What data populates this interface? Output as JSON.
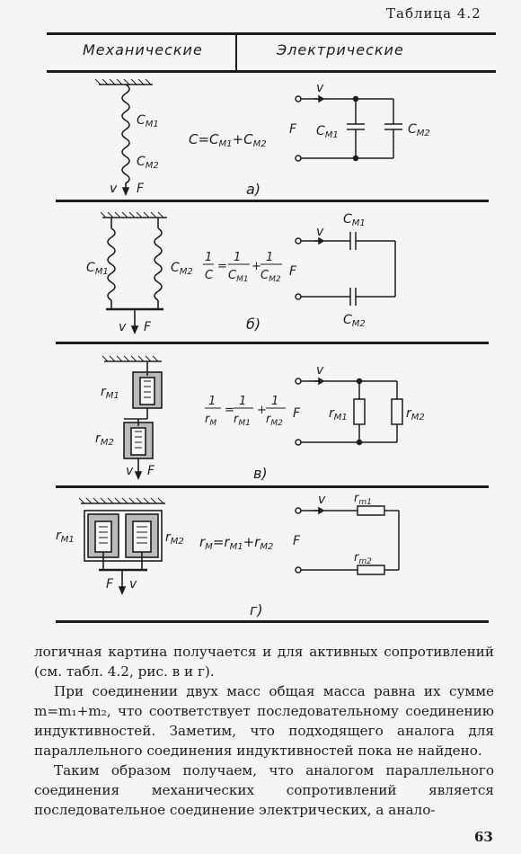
{
  "table_caption": "Таблица 4.2",
  "header": {
    "mechanical": "Механические",
    "electrical": "Электрические"
  },
  "rows": [
    {
      "letter": "а)",
      "formula": "C=C",
      "formula_sub1": "M1",
      "formula_plus": "+C",
      "formula_sub2": "M2",
      "mech_labels": [
        "C",
        "M1",
        "C",
        "M2",
        "v",
        "F"
      ],
      "elec_labels": [
        "v",
        "F",
        "C",
        "M1",
        "C",
        "M2"
      ]
    },
    {
      "letter": "б)",
      "mech_labels": [
        "C",
        "M1",
        "C",
        "M2",
        "v",
        "F"
      ],
      "elec_labels": [
        "v",
        "F",
        "C",
        "M1",
        "C",
        "M2"
      ],
      "formula_terms": [
        "1",
        "C",
        "=",
        "1",
        "C",
        "M1",
        "+",
        "1",
        "C",
        "M2"
      ]
    },
    {
      "letter": "в)",
      "mech_labels": [
        "r",
        "M1",
        "r",
        "M2",
        "v",
        "F"
      ],
      "elec_labels": [
        "v",
        "F",
        "r",
        "M1",
        "r",
        "M2"
      ],
      "formula_terms": [
        "1",
        "r",
        "M",
        "=",
        "1",
        "r",
        "M1",
        "+",
        "1",
        "r",
        "M2"
      ]
    },
    {
      "letter": "г)",
      "mech_labels": [
        "r",
        "M1",
        "r",
        "M2",
        "F",
        "v"
      ],
      "elec_labels": [
        "v",
        "F",
        "r",
        "m1",
        "r",
        "m2"
      ],
      "formula_terms": [
        "r",
        "M",
        "=",
        "r",
        "M1",
        "+",
        "r",
        "M2"
      ]
    }
  ],
  "body_text": [
    "логичная картина получается и для активных сопротивлений (см. табл. 4.2, рис. в и г).",
    "При соединении двух масс общая масса равна их сумме m=m₁+m₂, что соответствует последовательному соединению индуктивностей. Заметим, что подходящего аналога для параллельного соединения индуктивностей пока не найдено.",
    "Таким образом получаем, что аналогом параллельного соединения механических сопротивлений является последовательное соединение электрических, а анало-"
  ],
  "page_number": "63"
}
